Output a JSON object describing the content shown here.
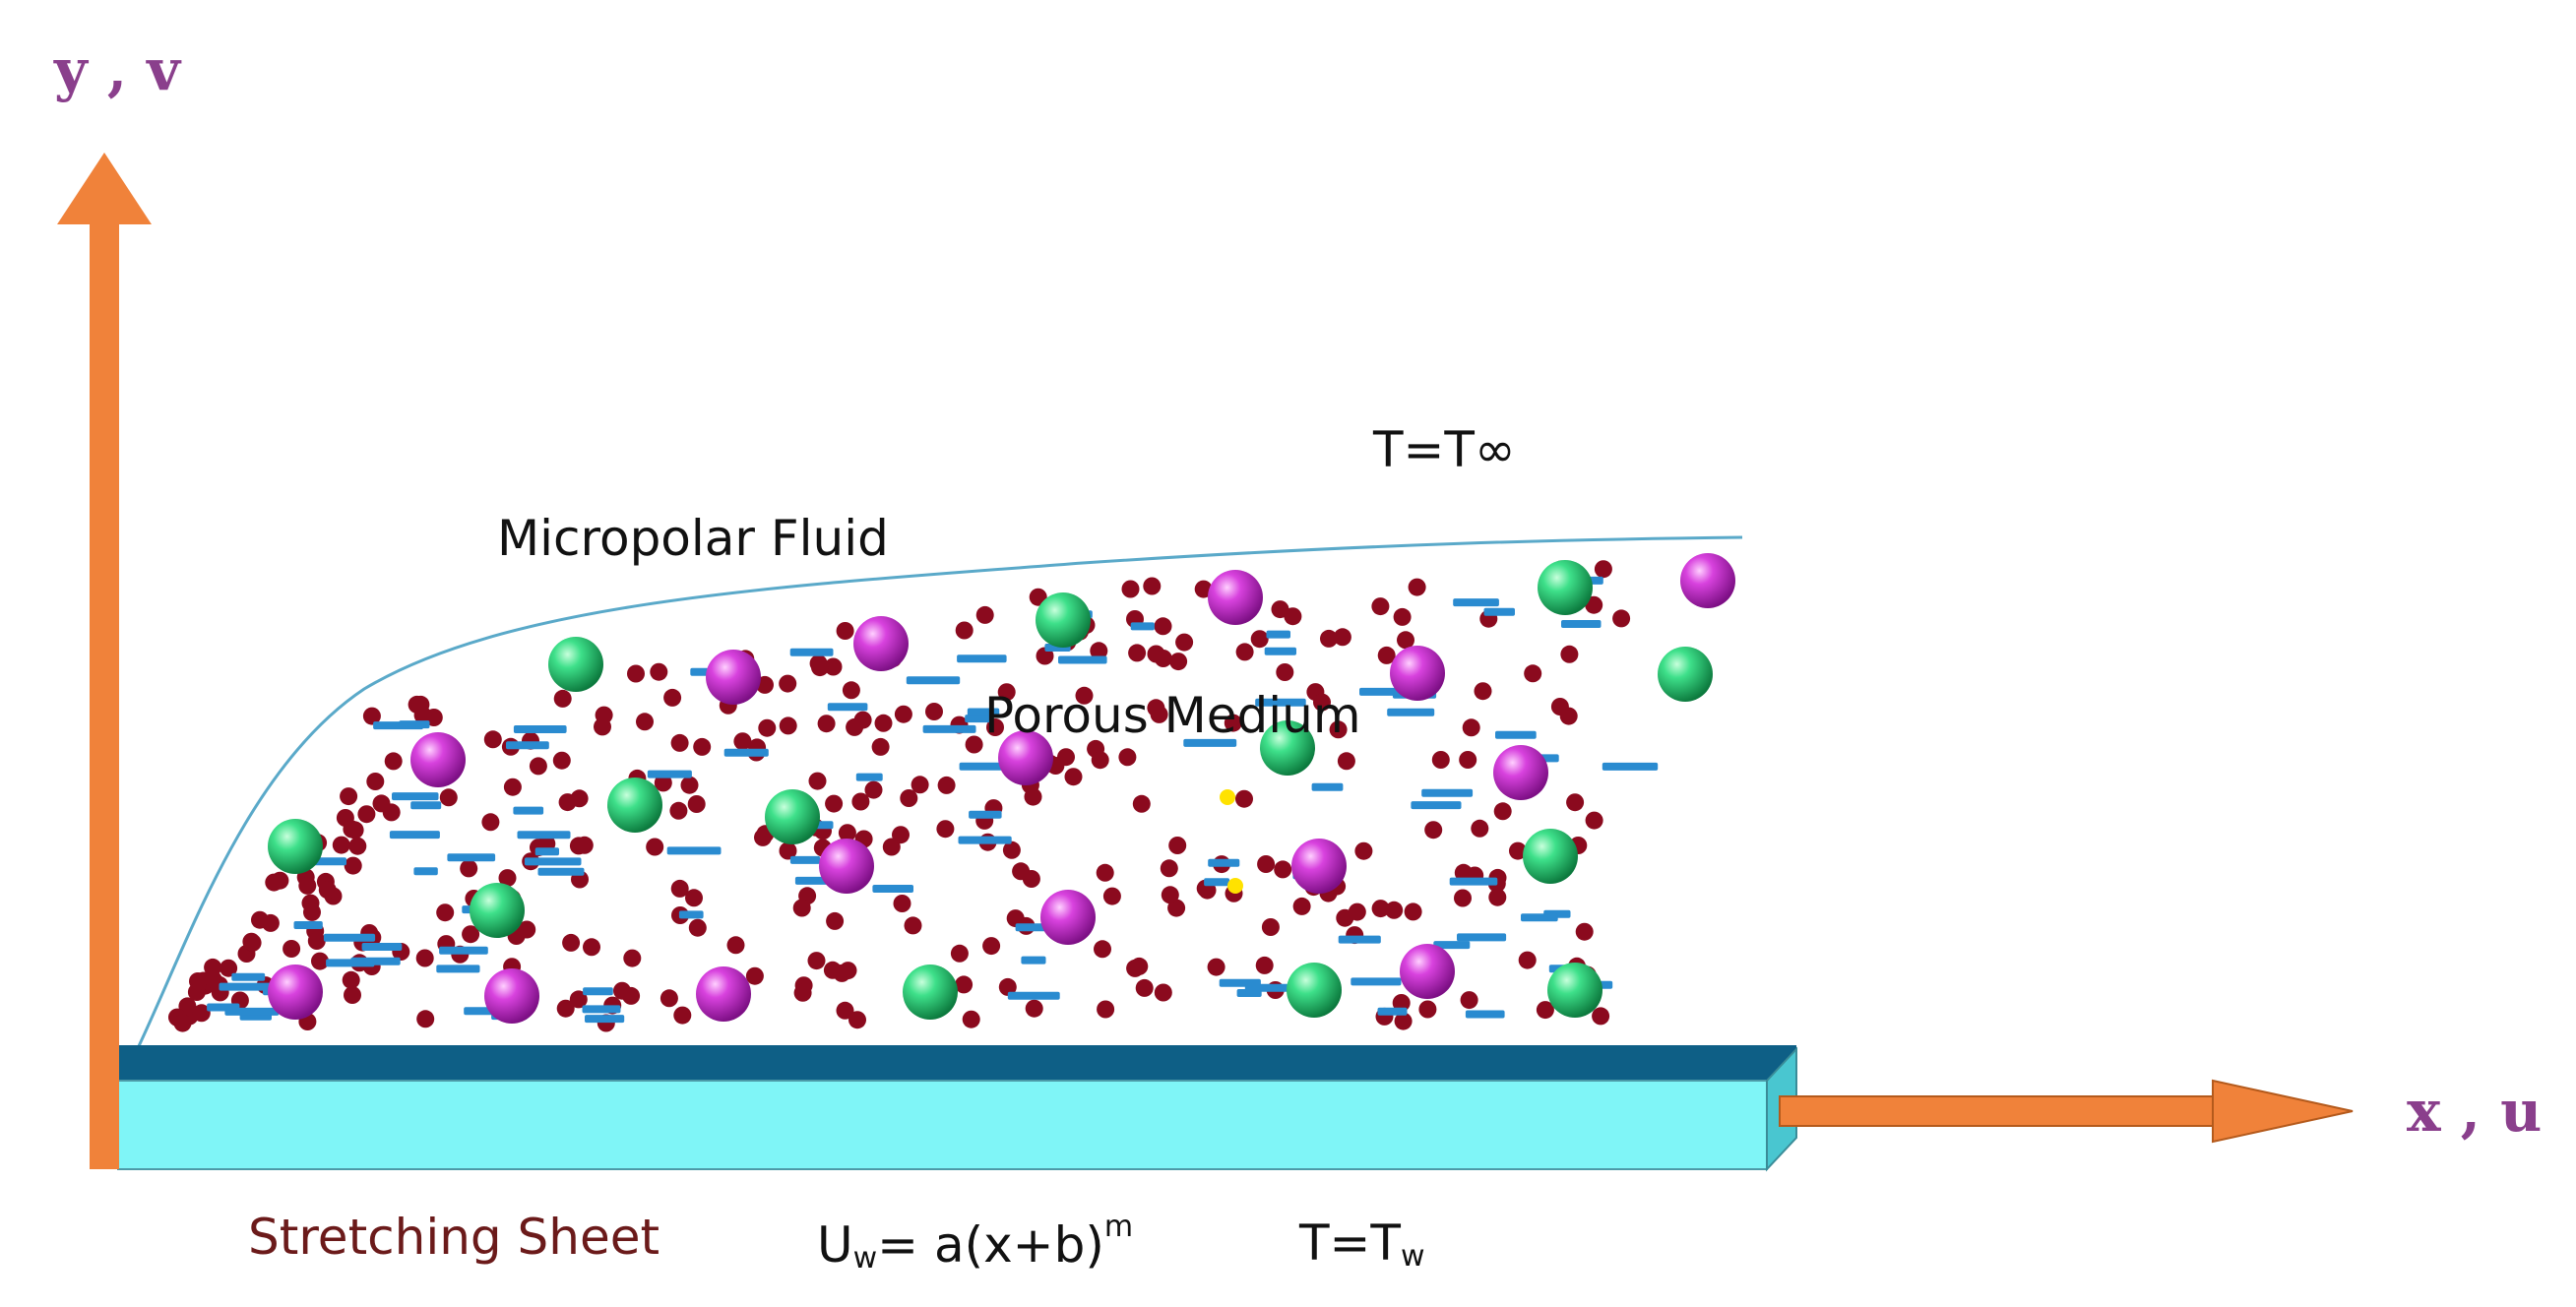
{
  "axes": {
    "y_label": "y , v",
    "x_label": "x , u"
  },
  "labels": {
    "ambient_temp": "T=T∞",
    "fluid": "Micropolar Fluid",
    "medium": "Porous Medium",
    "sheet": "Stretching Sheet",
    "velocity_lhs": "U",
    "velocity_sub": "w",
    "velocity_mid": "= a(x+b)",
    "velocity_exp": "m",
    "wall_temp_main": "T=T",
    "wall_temp_sub": "w"
  },
  "colors": {
    "axis_arrow": "#f0823a",
    "axis_label": "#8a3f8c",
    "sheet_top": "#0e5f86",
    "sheet_face": "#7ff5f7",
    "sheet_label": "#6b1a1a",
    "boundary_line": "#5aa9c9",
    "sphere_green": "#22c06a",
    "sphere_magenta": "#c12ac8",
    "dot": "#8b0a1e",
    "dash": "#2a8bd0",
    "spark": "#ffe200"
  }
}
